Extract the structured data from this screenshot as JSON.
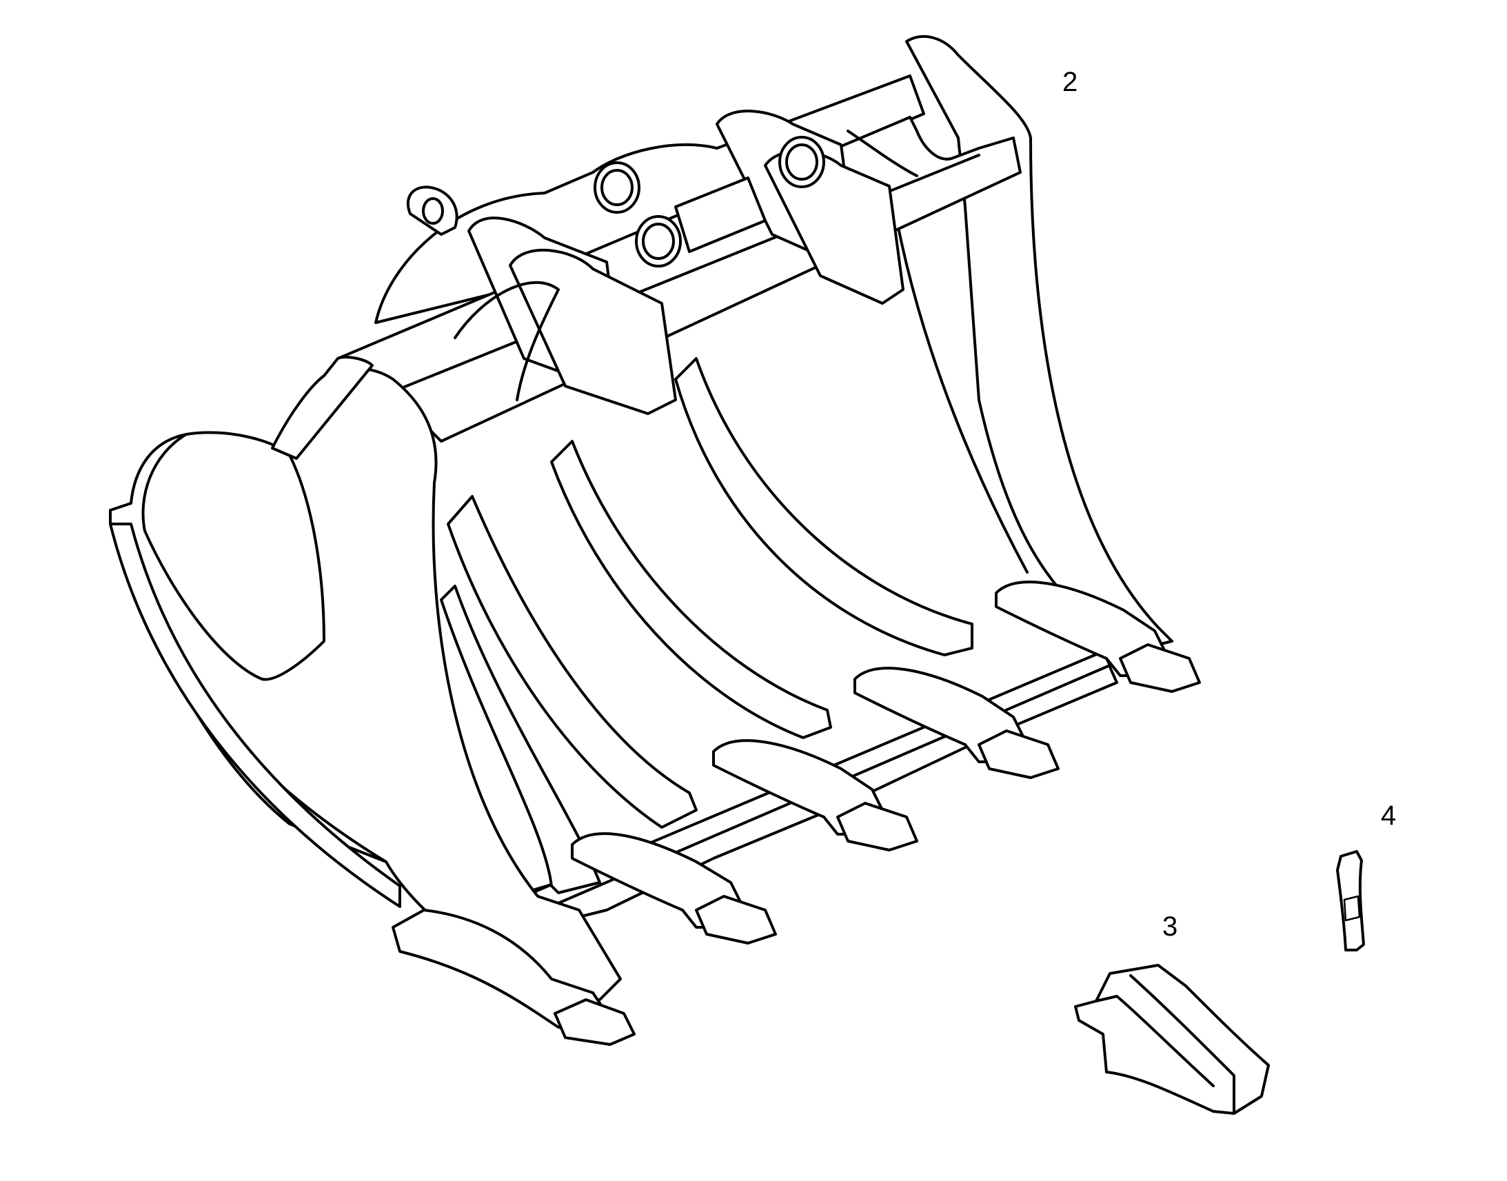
{
  "diagram": {
    "callouts": [
      {
        "id": "2",
        "label": "2"
      },
      {
        "id": "3",
        "label": "3"
      },
      {
        "id": "4",
        "label": "4"
      }
    ],
    "colors": {
      "line": "#000000",
      "background": "#ffffff"
    }
  }
}
